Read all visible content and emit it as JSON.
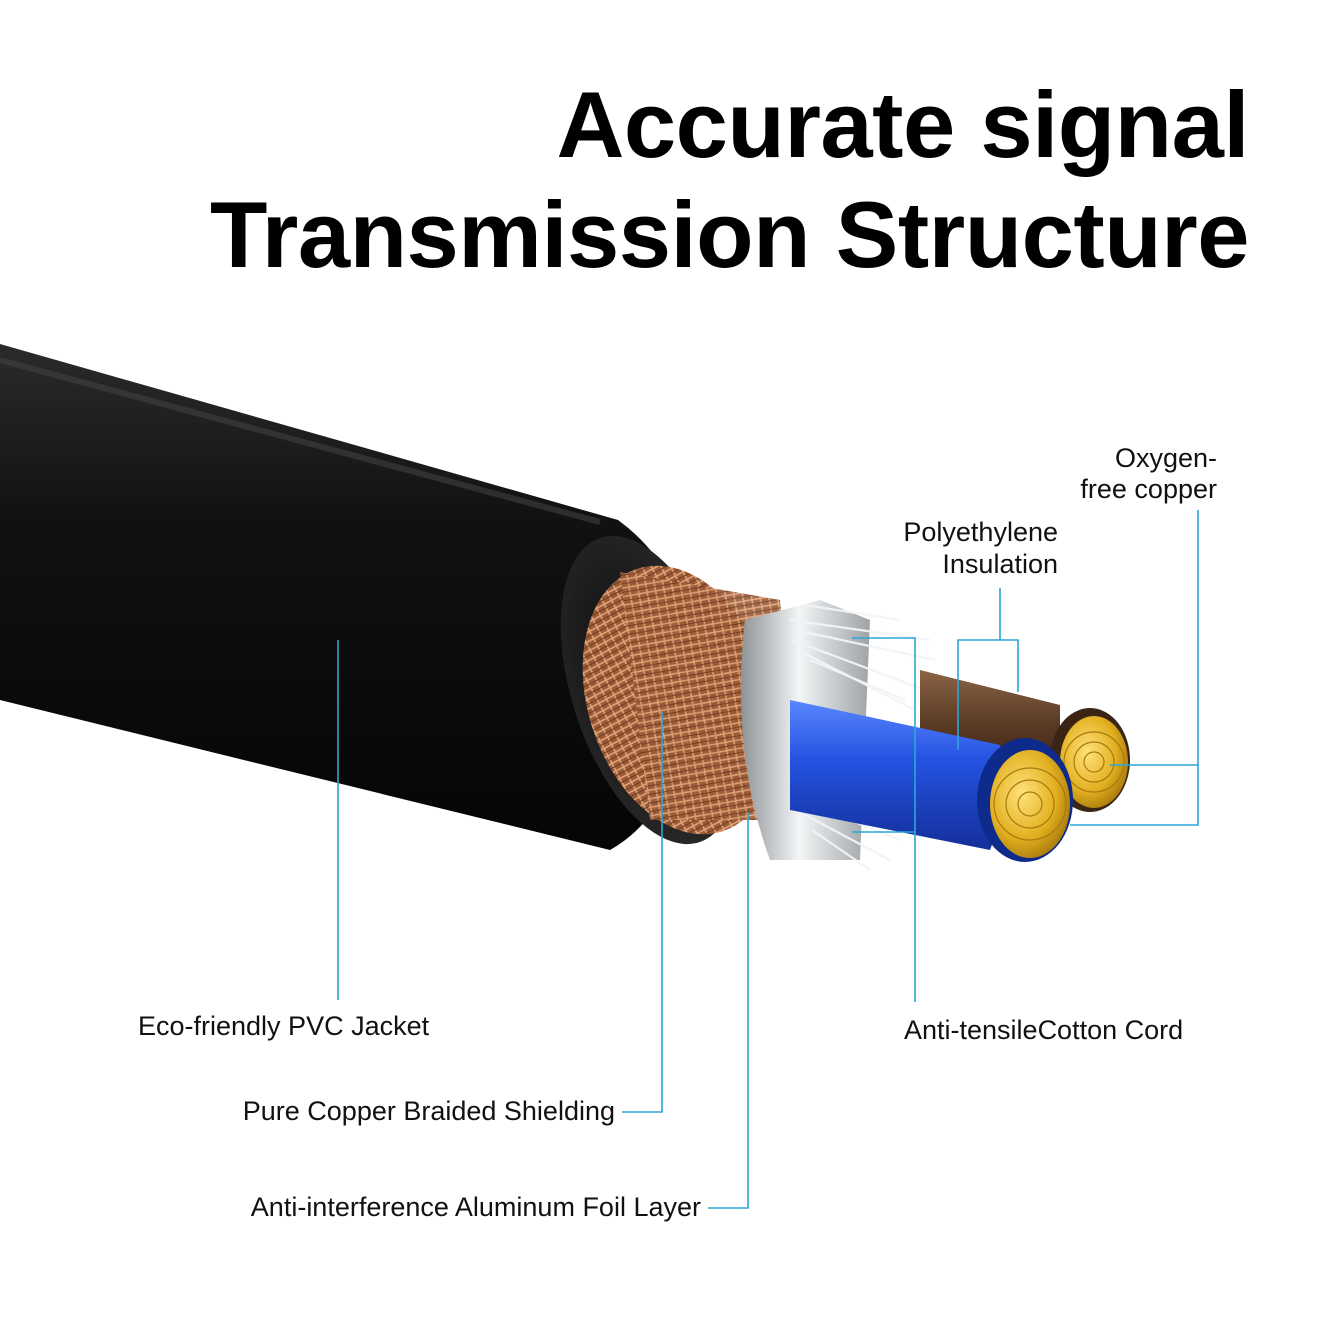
{
  "title": {
    "line1": "Accurate signal",
    "line2": "Transmission Structure"
  },
  "labels": {
    "oxygen_line1": "Oxygen-",
    "oxygen_line2": "free copper",
    "poly_line1": "Polyethylene",
    "poly_line2": "Insulation",
    "pvc_jacket": "Eco-friendly PVC Jacket",
    "cotton_cord": "Anti-tensileCotton Cord",
    "braided_shield": "Pure Copper Braided Shielding",
    "foil_layer": "Anti-interference Aluminum Foil Layer"
  },
  "colors": {
    "leader_line": "#2aa7d6",
    "jacket": "#121212",
    "braid": "#b0714a",
    "foil": "#cfd3d6",
    "blue_insulation": "#1f4fd6",
    "brown_insulation": "#5a3a24",
    "copper_core": "#e2b020",
    "cotton": "#f2f4f8"
  }
}
